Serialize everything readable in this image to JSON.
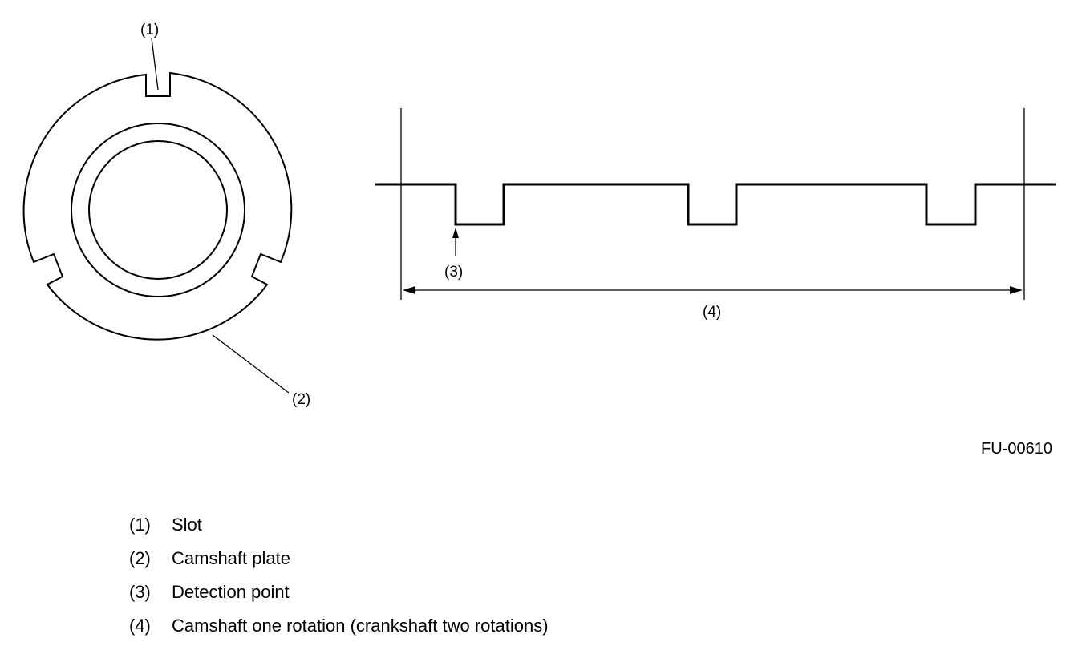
{
  "callouts": {
    "slot": "(1)",
    "camshaft_plate": "(2)",
    "detection_point": "(3)",
    "one_rotation": "(4)"
  },
  "figure_code": "FU-00610",
  "legend": [
    {
      "num": "(1)",
      "text": "Slot"
    },
    {
      "num": "(2)",
      "text": "Camshaft plate"
    },
    {
      "num": "(3)",
      "text": "Detection point"
    },
    {
      "num": "(4)",
      "text": "Camshaft one rotation (crankshaft two rotations)"
    }
  ],
  "signal": {
    "pulses_per_rotation": 3
  }
}
